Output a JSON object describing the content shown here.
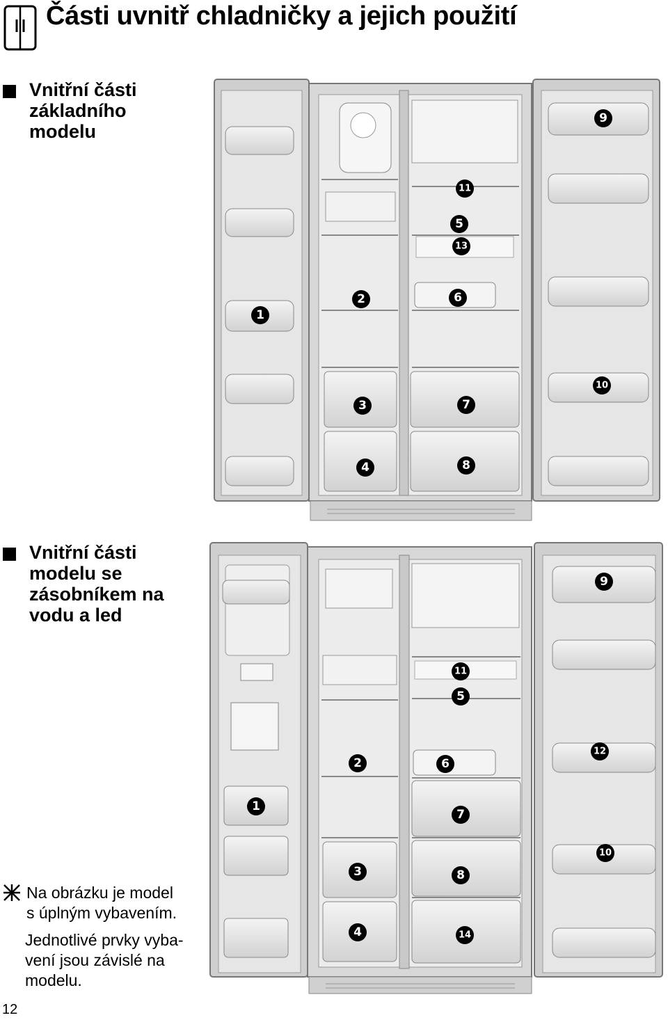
{
  "page": {
    "title": "Části uvnitř chladničky a jejich použití",
    "page_number": "12"
  },
  "sections": [
    {
      "label_lines": [
        "Vnitřní části",
        "základního",
        "modelu"
      ]
    },
    {
      "label_lines": [
        "Vnitřní části",
        "modelu se",
        "zásobníkem na",
        "vodu a led"
      ]
    }
  ],
  "note": {
    "lines": [
      "Na obrázku je model",
      "s úplným vybavením.",
      "Jednotlivé prvky vyba-",
      "vení jsou závislé na",
      "modelu."
    ]
  },
  "figure1": {
    "badges": [
      "1",
      "2",
      "3",
      "4",
      "5",
      "6",
      "7",
      "8",
      "9",
      "10",
      "11",
      "13"
    ]
  },
  "figure2": {
    "badges": [
      "1",
      "2",
      "3",
      "4",
      "5",
      "6",
      "7",
      "8",
      "9",
      "10",
      "11",
      "12",
      "14"
    ]
  }
}
